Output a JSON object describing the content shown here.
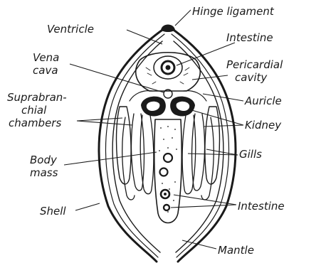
{
  "labels": {
    "hinge_ligament": "Hinge ligament",
    "ventricle": "Ventricle",
    "intestine_top": "Intestine",
    "vena_cava_line1": "Vena",
    "vena_cava_line2": "cava",
    "pericardial_line1": "Pericardial",
    "pericardial_line2": "cavity",
    "suprabranchial_line1": "Suprabran-",
    "suprabranchial_line2": "chial",
    "suprabranchial_line3": "chambers",
    "auricle": "Auricle",
    "kidney": "Kidney",
    "gills": "Gills",
    "body_line1": "Body",
    "body_line2": "mass",
    "shell": "Shell",
    "intestine_bottom": "Intestine",
    "mantle": "Mantle"
  },
  "colors": {
    "ink": "#1a1a1a",
    "paper": "#ffffff"
  }
}
